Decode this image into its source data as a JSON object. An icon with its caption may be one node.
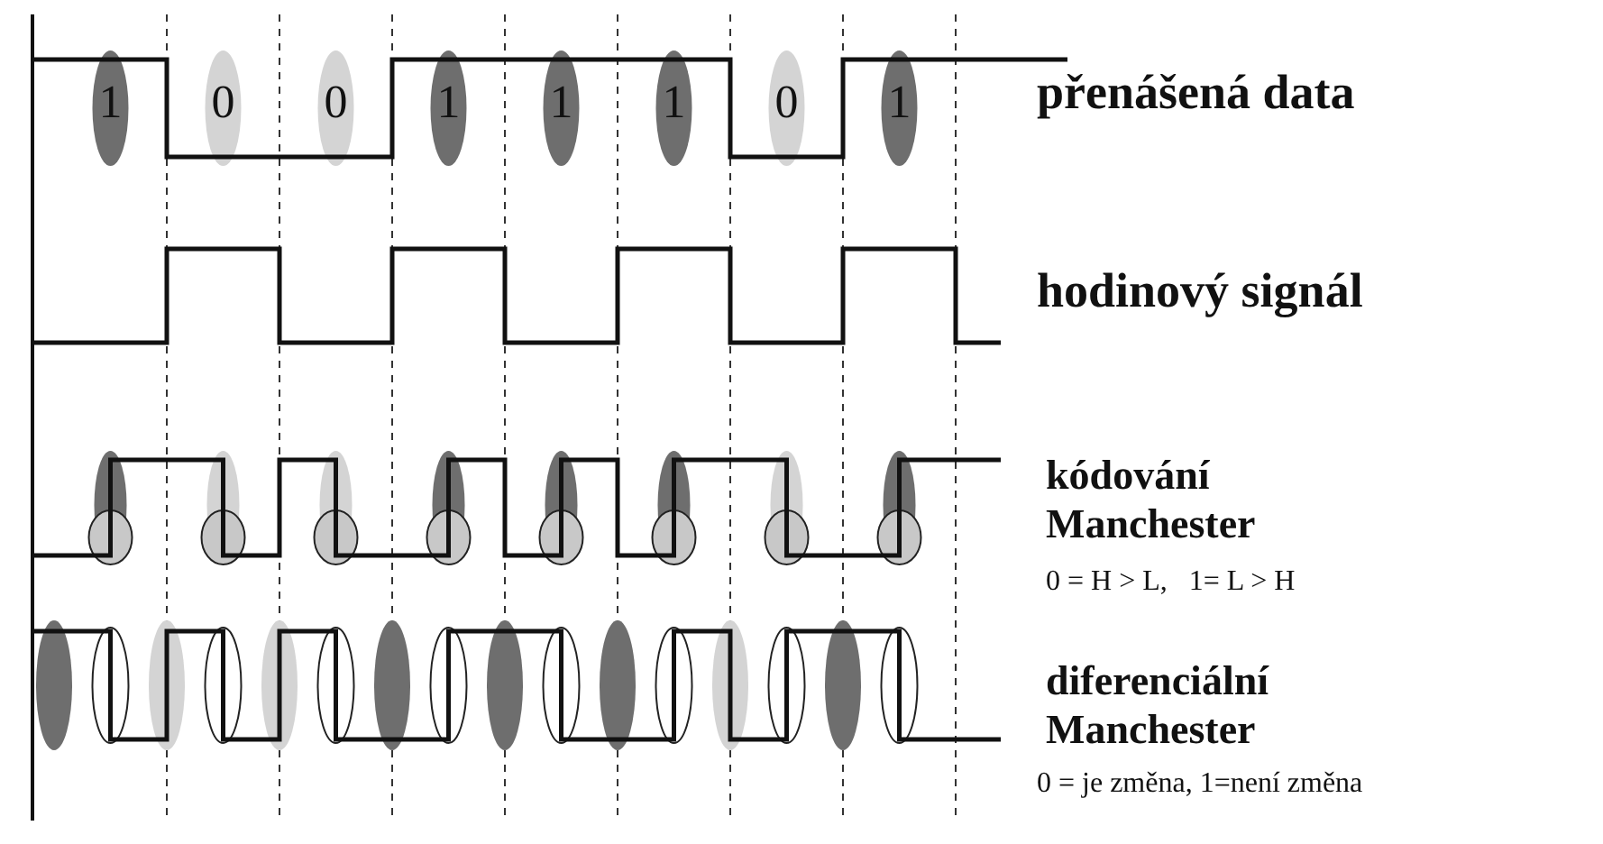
{
  "diagram": {
    "labels": [
      "1",
      "0",
      "0",
      "1",
      "1",
      "1",
      "0",
      "1",
      "přenášená data",
      "hodinový signál",
      "kódování Manchester",
      "0 = H > L,   1= L > H",
      "diferenciální Manchester",
      "0 = je změna, 1=není změna"
    ]
  }
}
